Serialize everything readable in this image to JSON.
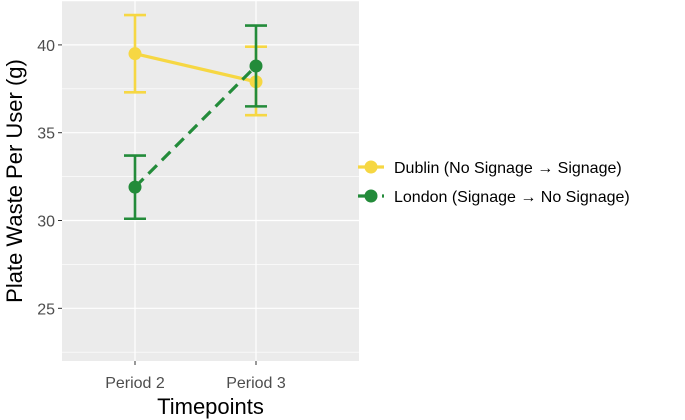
{
  "colors": {
    "panel_bg": "#ebebeb",
    "grid": "#ffffff",
    "tick_text": "#4d4d4d",
    "axis_title": "#000000",
    "dublin": "#f6d743",
    "london": "#238b3a"
  },
  "chart_data": {
    "type": "line",
    "xlabel": "Timepoints",
    "ylabel": "Plate Waste Per User (g)",
    "categories": [
      "Period 2",
      "Period 3"
    ],
    "ylim": [
      22,
      42.5
    ],
    "yticks": [
      25,
      30,
      35,
      40
    ],
    "yticklabels": [
      "25",
      "30",
      "35",
      "40"
    ],
    "grid": true,
    "legend_position": "right",
    "series": [
      {
        "name": "Dublin (No Signage → Signage)",
        "color": "#f6d743",
        "linestyle": "solid",
        "values": [
          39.5,
          37.9
        ],
        "error_low": [
          37.3,
          36.0
        ],
        "error_high": [
          41.7,
          39.9
        ]
      },
      {
        "name": "London (Signage → No Signage)",
        "color": "#238b3a",
        "linestyle": "dashed",
        "values": [
          31.9,
          38.8
        ],
        "error_low": [
          30.1,
          36.5
        ],
        "error_high": [
          33.7,
          41.1
        ]
      }
    ]
  }
}
